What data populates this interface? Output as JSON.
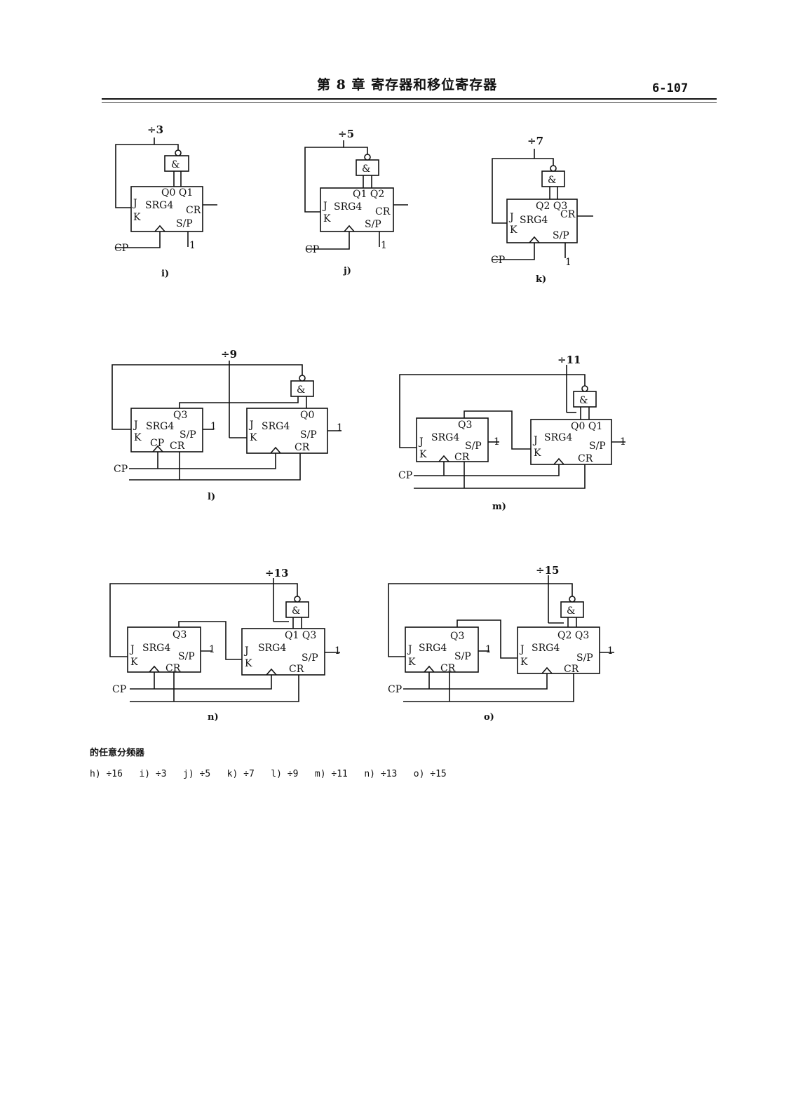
{
  "header": {
    "chapter_title": "第 8 章   寄存器和移位寄存器",
    "page_number": "6-107"
  },
  "labels": {
    "and_gate": "&",
    "register": "SRG4",
    "j": "J",
    "k": "K",
    "cr": "CR",
    "sp": "S/P",
    "cp_pin": "CP",
    "cp": "CP",
    "one": "1",
    "q0": "Q0",
    "q1": "Q1",
    "q2": "Q2",
    "q3": "Q3"
  },
  "circuits": [
    {
      "id": "i",
      "ratio": "÷3",
      "sublabel": "i)",
      "outputs": "Q0 Q1"
    },
    {
      "id": "j",
      "ratio": "÷5",
      "sublabel": "j)",
      "outputs": "Q1 Q2"
    },
    {
      "id": "k",
      "ratio": "÷7",
      "sublabel": "k)",
      "outputs": "Q2 Q3"
    },
    {
      "id": "l",
      "ratio": "÷9",
      "sublabel": "l)",
      "outputs": "Q0"
    },
    {
      "id": "m",
      "ratio": "÷11",
      "sublabel": "m)",
      "outputs": "Q0 Q1"
    },
    {
      "id": "n",
      "ratio": "÷13",
      "sublabel": "n)",
      "outputs": "Q1 Q3"
    },
    {
      "id": "o",
      "ratio": "÷15",
      "sublabel": "o)",
      "outputs": "Q2 Q3"
    }
  ],
  "caption": {
    "title": "的任意分频器",
    "list": "h) ÷16   i) ÷3   j) ÷5   k) ÷7   l) ÷9   m) ÷11   n) ÷13   o) ÷15"
  }
}
